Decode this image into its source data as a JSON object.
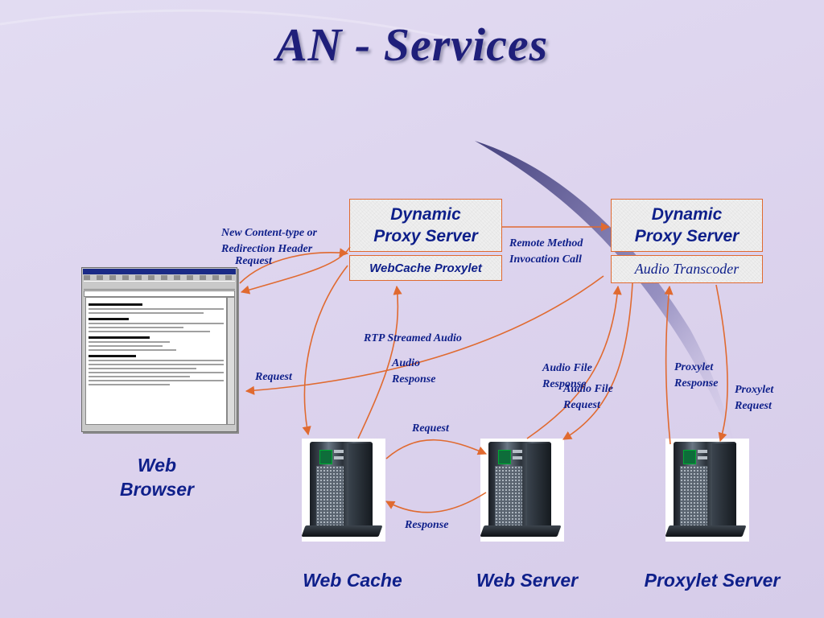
{
  "title": "AN - Services",
  "boxes": {
    "proxy_left": "Dynamic Proxy Server",
    "webcache_proxylet": "WebCache Proxylet",
    "proxy_right": "Dynamic Proxy Server",
    "audio_transcoder": "Audio Transcoder"
  },
  "labels": {
    "new_content_type": "New Content-type or\nRedirection Header",
    "request_top": "Request",
    "remote_method": "Remote Method\nInvocation Call",
    "rtp_streamed_audio": "RTP Streamed Audio",
    "audio_response": "Audio\nResponse",
    "request_browser": "Request",
    "audio_file_response": "Audio File\nResponse",
    "audio_file_request": "Audio File\nRequest",
    "proxylet_response": "Proxylet\nResponse",
    "proxylet_request": "Proxylet\nRequest",
    "request_cache_server": "Request",
    "response_cache_server": "Response"
  },
  "nodes": {
    "web_browser": "Web\nBrowser",
    "web_cache": "Web Cache",
    "web_server": "Web Server",
    "proxylet_server": "Proxylet Server"
  },
  "colors": {
    "text": "#0e1f8a",
    "arrow": "#e06a30",
    "background": "#ddd4ee"
  }
}
